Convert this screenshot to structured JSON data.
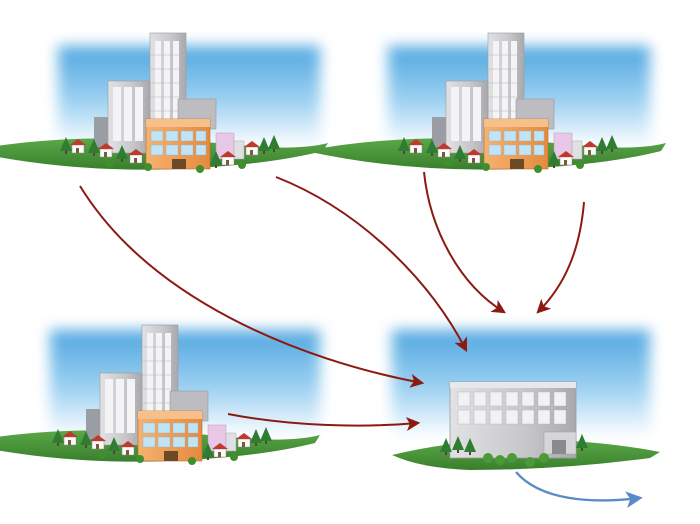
{
  "diagram": {
    "panels": [
      {
        "id": "city-top-left",
        "kind": "city"
      },
      {
        "id": "city-top-right",
        "kind": "city"
      },
      {
        "id": "city-bottom-left",
        "kind": "city"
      },
      {
        "id": "central-facility",
        "kind": "facility"
      }
    ],
    "connections": [
      {
        "from": "city-top-left",
        "to": "central-facility",
        "color": "#8b1a12"
      },
      {
        "from": "city-top-left",
        "to": "central-facility",
        "color": "#8b1a12"
      },
      {
        "from": "city-top-right",
        "to": "central-facility",
        "color": "#8b1a12"
      },
      {
        "from": "city-top-right",
        "to": "central-facility",
        "color": "#8b1a12"
      },
      {
        "from": "city-bottom-left",
        "to": "central-facility",
        "color": "#8b1a12"
      },
      {
        "from": "central-facility",
        "to": "outflow",
        "color": "#5b8ac8"
      }
    ],
    "colors": {
      "sky": "#59b1e6",
      "ground": "#4a9a3a",
      "inflow_arrow": "#8b1a12",
      "outflow_arrow": "#5b8ac8",
      "office_tower": "#c9c9cc",
      "orange_building": "#f0a05a"
    }
  }
}
